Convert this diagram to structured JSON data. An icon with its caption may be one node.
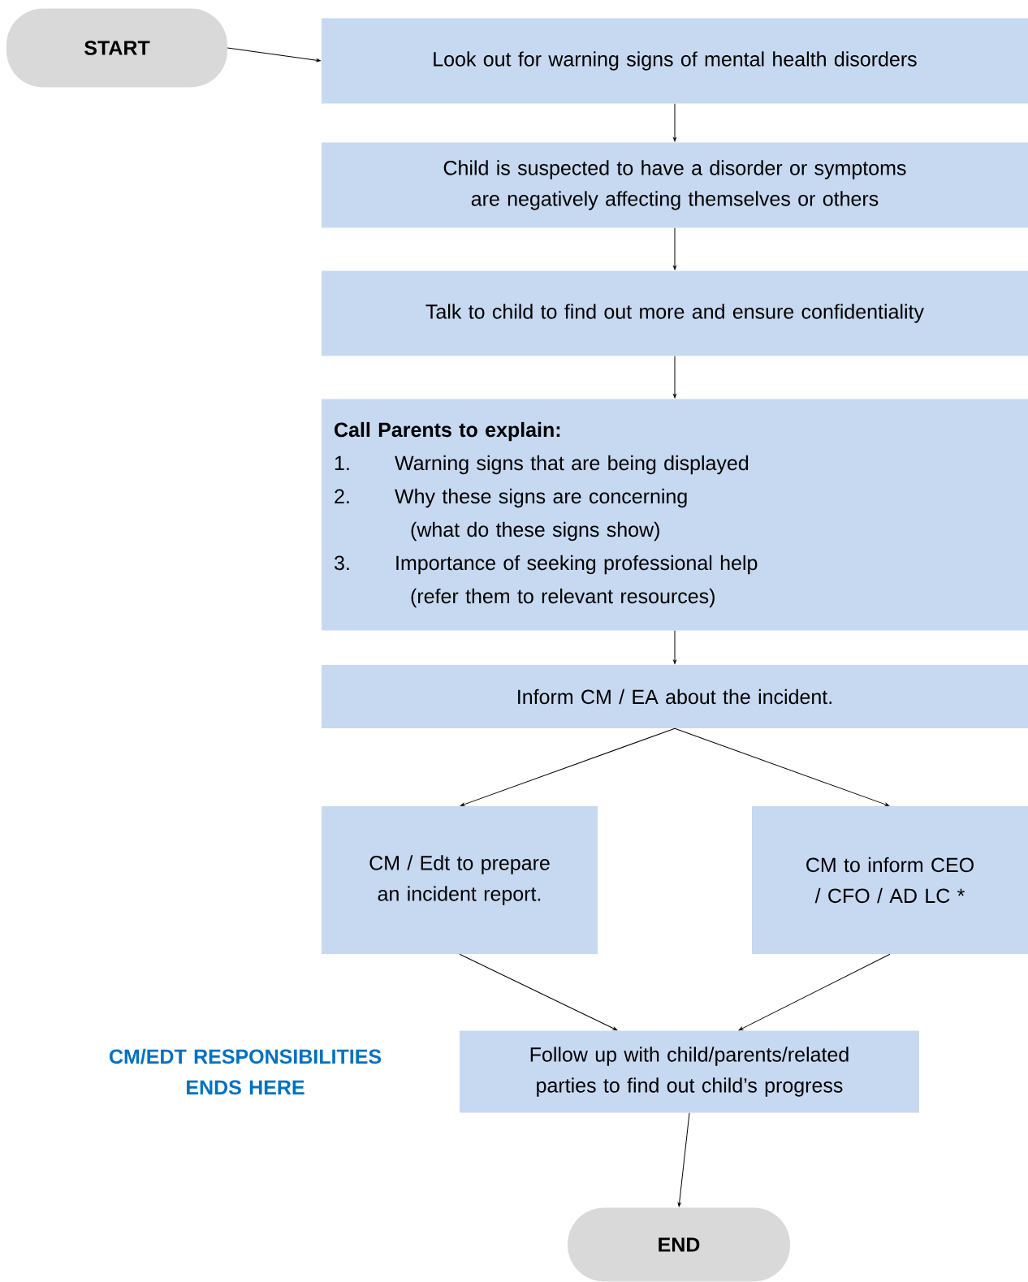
{
  "diagram": {
    "nodes": [
      {
        "text": [
          "START"
        ]
      },
      {
        "text": [
          "Look out for warning signs of mental health disorders"
        ]
      },
      {
        "text": [
          "Child is suspected to have a disorder or symptoms are negatively affecting themselves or others"
        ]
      },
      {
        "text": [
          "Talk to child to find out more and ensure confidentiality"
        ]
      },
      {
        "text": [
          "Call Parents to explain:",
          "1.",
          "Warning signs that are being displayed",
          "2.",
          "Why these signs are concerning",
          "(what do these signs show)",
          "3.",
          "Importance of seeking professional help",
          "(refer them to relevant resources)"
        ]
      },
      {
        "text": [
          "Inform CM / EA about the incident."
        ]
      },
      {
        "text": [
          "CM / Edt to prepare an incident report."
        ]
      },
      {
        "text": [
          "CM to inform CEO / CFO / AD LC *"
        ]
      },
      {
        "text": [
          "Follow up with child/parents/related parties to find out child’s progress"
        ]
      },
      {
        "text": [
          "END"
        ]
      }
    ],
    "edges": [
      {
        "from": 0,
        "to": 1,
        "arrow": "to"
      },
      {
        "from": 1,
        "to": 2,
        "arrow": "to"
      },
      {
        "from": 2,
        "to": 3,
        "arrow": "to"
      },
      {
        "from": 3,
        "to": 4,
        "arrow": "to"
      },
      {
        "from": 4,
        "to": 5,
        "arrow": "to"
      },
      {
        "from": 5,
        "to": 6,
        "arrow": "to"
      },
      {
        "from": 5,
        "to": 7,
        "arrow": "to"
      },
      {
        "from": 6,
        "to": 8,
        "arrow": "to"
      },
      {
        "from": 7,
        "to": 8,
        "arrow": "to"
      },
      {
        "from": 8,
        "to": 9,
        "arrow": "to"
      }
    ],
    "labels": [
      "CM/EDT RESPONSIBILITIES ENDS HERE"
    ]
  }
}
